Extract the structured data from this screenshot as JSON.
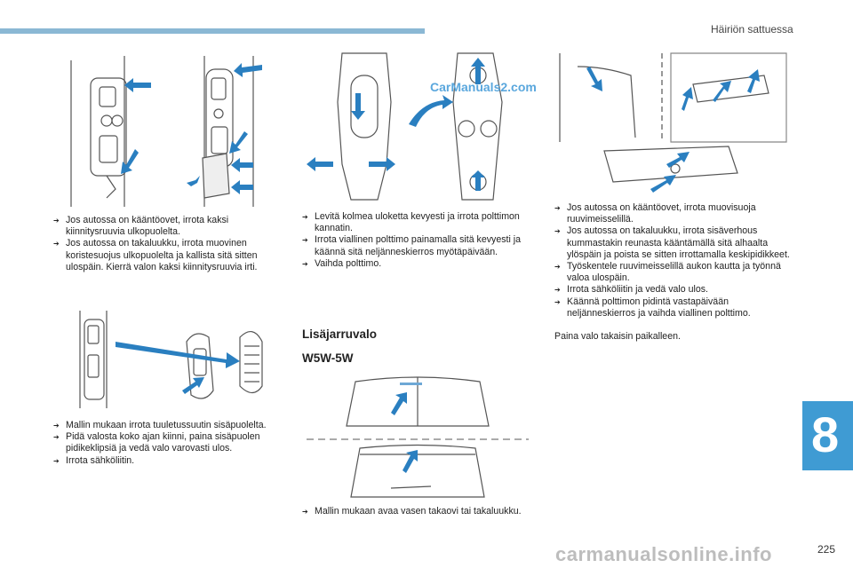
{
  "header": {
    "section_title": "Häiriön sattuessa"
  },
  "side_tab": {
    "chapter_number": "8"
  },
  "page_number": "225",
  "watermark": "CarManuals2.com",
  "footer_watermark": "carmanualsonline.info",
  "col1_top": {
    "items": [
      "Jos autossa on kääntöovet, irrota kaksi kiinnitysruuvia ulkopuolelta.",
      "Jos autossa on takaluukku, irrota muovinen koristesuojus ulkopuolelta ja kallista sitä sitten ulospäin. Kierrä valon kaksi kiinnitysruuvia irti."
    ]
  },
  "col1_bottom": {
    "items": [
      "Mallin mukaan irrota tuuletussuutin sisäpuolelta.",
      "Pidä valosta koko ajan kiinni, paina sisäpuolen pidikeklipsiä ja vedä valo varovasti ulos.",
      "Irrota sähköliitin."
    ]
  },
  "col2_top": {
    "items": [
      "Levitä kolmea uloketta kevyesti ja irrota polttimon kannatin.",
      "Irrota viallinen polttimo painamalla sitä kevyesti ja käännä sitä neljänneskierros myötäpäivään.",
      "Vaihda polttimo."
    ]
  },
  "col2_section": {
    "title": "Lisäjarruvalo",
    "subtitle": "W5W-5W"
  },
  "col2_bottom": {
    "items": [
      "Mallin mukaan avaa vasen takaovi tai takaluukku."
    ]
  },
  "col3": {
    "items": [
      "Jos autossa on kääntöovet, irrota muovisuoja ruuvimeisselillä.",
      "Jos autossa on takaluukku, irrota sisäverhous kummastakin reunasta kääntämällä sitä alhaalta ylöspäin ja poista se sitten irrottamalla keskipidikkeet.",
      "Työskentele ruuvimeisselillä aukon kautta ja työnnä valoa ulospäin.",
      "Irrota sähköliitin ja vedä valo ulos.",
      "Käännä polttimon pidintä vastapäivään neljänneskierros ja vaihda viallinen polttimo."
    ],
    "closing": "Paina valo takaisin paikalleen."
  },
  "colors": {
    "accent_blue": "#3f9bd3",
    "arrow_blue": "#2a7fc0",
    "line_gray": "#555555"
  }
}
